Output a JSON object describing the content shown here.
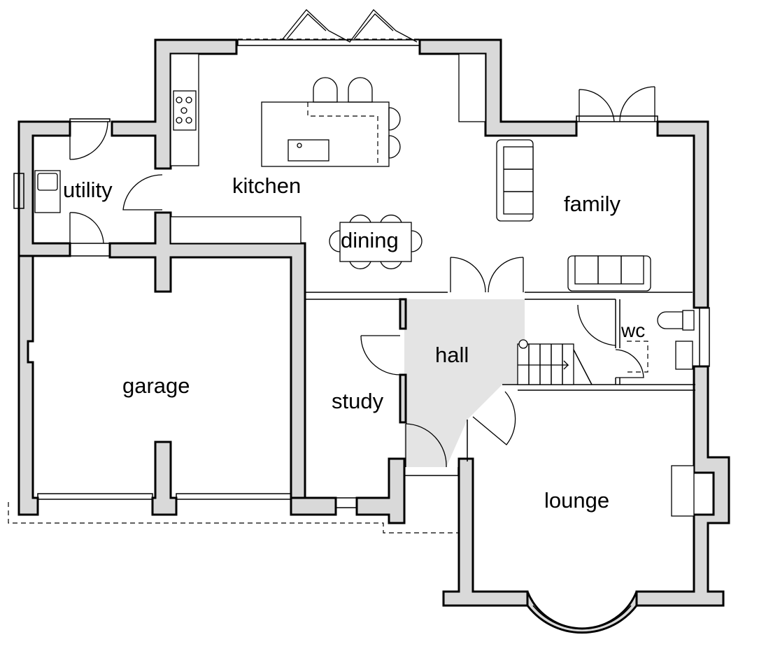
{
  "rooms": {
    "kitchen": "kitchen",
    "utility": "utility",
    "family": "family",
    "dining": "dining",
    "garage": "garage",
    "study": "study",
    "hall": "hall",
    "wc": "wc",
    "lounge": "lounge"
  }
}
